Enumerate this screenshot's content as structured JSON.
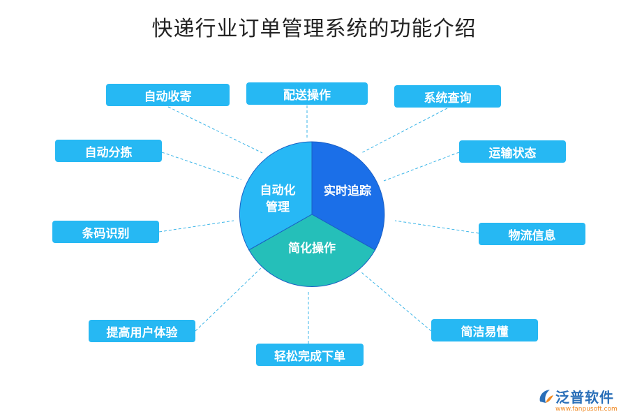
{
  "title": "快递行业订单管理系统的功能介绍",
  "center": {
    "segments": [
      {
        "label_line1": "自动化",
        "label_line2": "管理",
        "color": "#27b8f5"
      },
      {
        "label_line1": "实时追踪",
        "label_line2": "",
        "color": "#1b6fe8"
      },
      {
        "label_line1": "简化操作",
        "label_line2": "",
        "color": "#25bfb9"
      }
    ]
  },
  "features": [
    {
      "label": "自动收寄"
    },
    {
      "label": "配送操作"
    },
    {
      "label": "系统查询"
    },
    {
      "label": "自动分拣"
    },
    {
      "label": "运输状态"
    },
    {
      "label": "条码识别"
    },
    {
      "label": "物流信息"
    },
    {
      "label": "提高用户体验"
    },
    {
      "label": "简洁易懂"
    },
    {
      "label": "轻松完成下单"
    }
  ],
  "colors": {
    "box": "#26b8f3",
    "connector": "#3bb5e8"
  },
  "logo": {
    "name": "泛普软件",
    "url": "www.fanpusoft.com"
  }
}
